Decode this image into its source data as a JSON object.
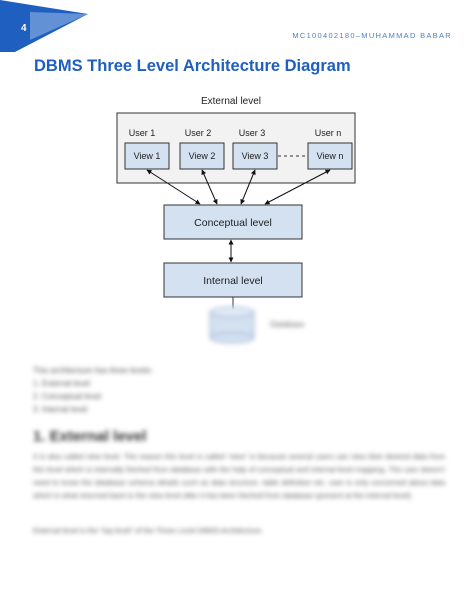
{
  "header": {
    "page_number": "4",
    "author_line": "MC100402180–MUHAMMAD BABAR",
    "accent_color": "#1f5fbf"
  },
  "title": "DBMS Three Level Architecture Diagram",
  "diagram": {
    "external_level_label": "External level",
    "users": [
      "User 1",
      "User 2",
      "User 3",
      "User n"
    ],
    "views": [
      "View 1",
      "View 2",
      "View 3",
      "View n"
    ],
    "conceptual_level_label": "Conceptual level",
    "internal_level_label": "Internal level",
    "database_label": "Database",
    "box_fill": "#d3e1f1",
    "box_stroke": "#4a6f9c"
  },
  "intro": {
    "lead": "This architecture has three levels:",
    "items": [
      "1. External level",
      "2. Conceptual level",
      "3. Internal level"
    ]
  },
  "section": {
    "heading": "1. External level",
    "paragraph": "It is also called view level. The reason this level is called “view” is because several users can view their desired data from this level which is internally fetched from database with the help of conceptual and internal level mapping. The user doesn’t need to know the database schema details such as data structure, table definition etc. user is only concerned about data which is what returned back to the view level after it has been fetched from database (present at the internal level).",
    "closing": "External level is the “top level” of the Three Level DBMS Architecture."
  }
}
